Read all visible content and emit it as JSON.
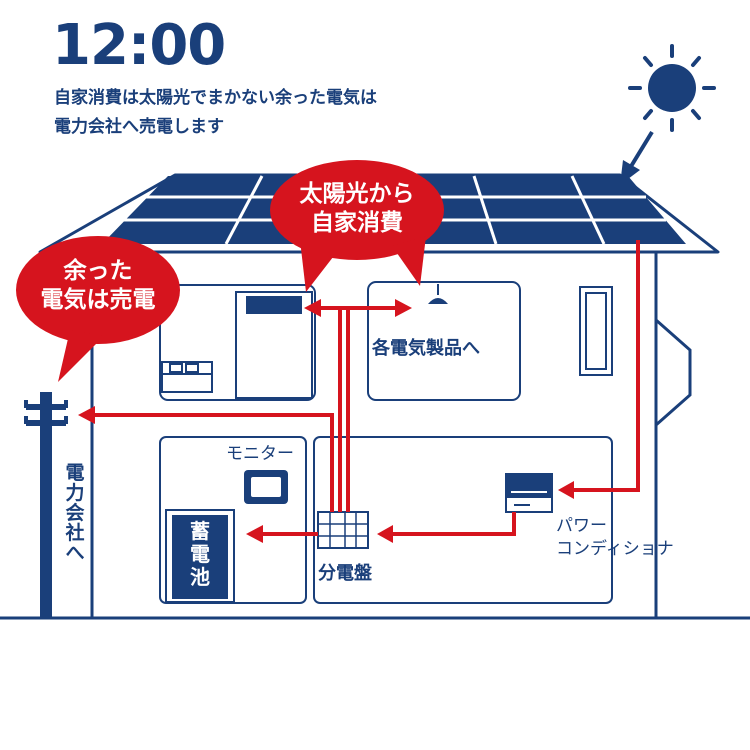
{
  "time": "12:00",
  "description": {
    "line1": "自家消費は太陽光でまかない余った電気は",
    "line2": "電力会社へ売電します"
  },
  "bubbles": {
    "self_consumption": {
      "line1": "太陽光から",
      "line2": "自家消費"
    },
    "surplus": {
      "line1": "余った",
      "line2": "電気は売電"
    }
  },
  "labels": {
    "appliances": "各電気製品へ",
    "monitor": "モニター",
    "distribution_board": "分電盤",
    "power_conditioner_line1": "パワー",
    "power_conditioner_line2": "コンディショナ",
    "utility": "電力会社へ",
    "battery": "蓄電池"
  },
  "colors": {
    "navy": "#1a3f7a",
    "red": "#d6141e",
    "white": "#ffffff"
  },
  "icons": [
    "sun-icon",
    "ceiling-lamp-icon",
    "bed-icon",
    "monitor-icon",
    "utility-pole-icon",
    "distribution-board-icon",
    "power-conditioner-icon",
    "battery-icon"
  ]
}
